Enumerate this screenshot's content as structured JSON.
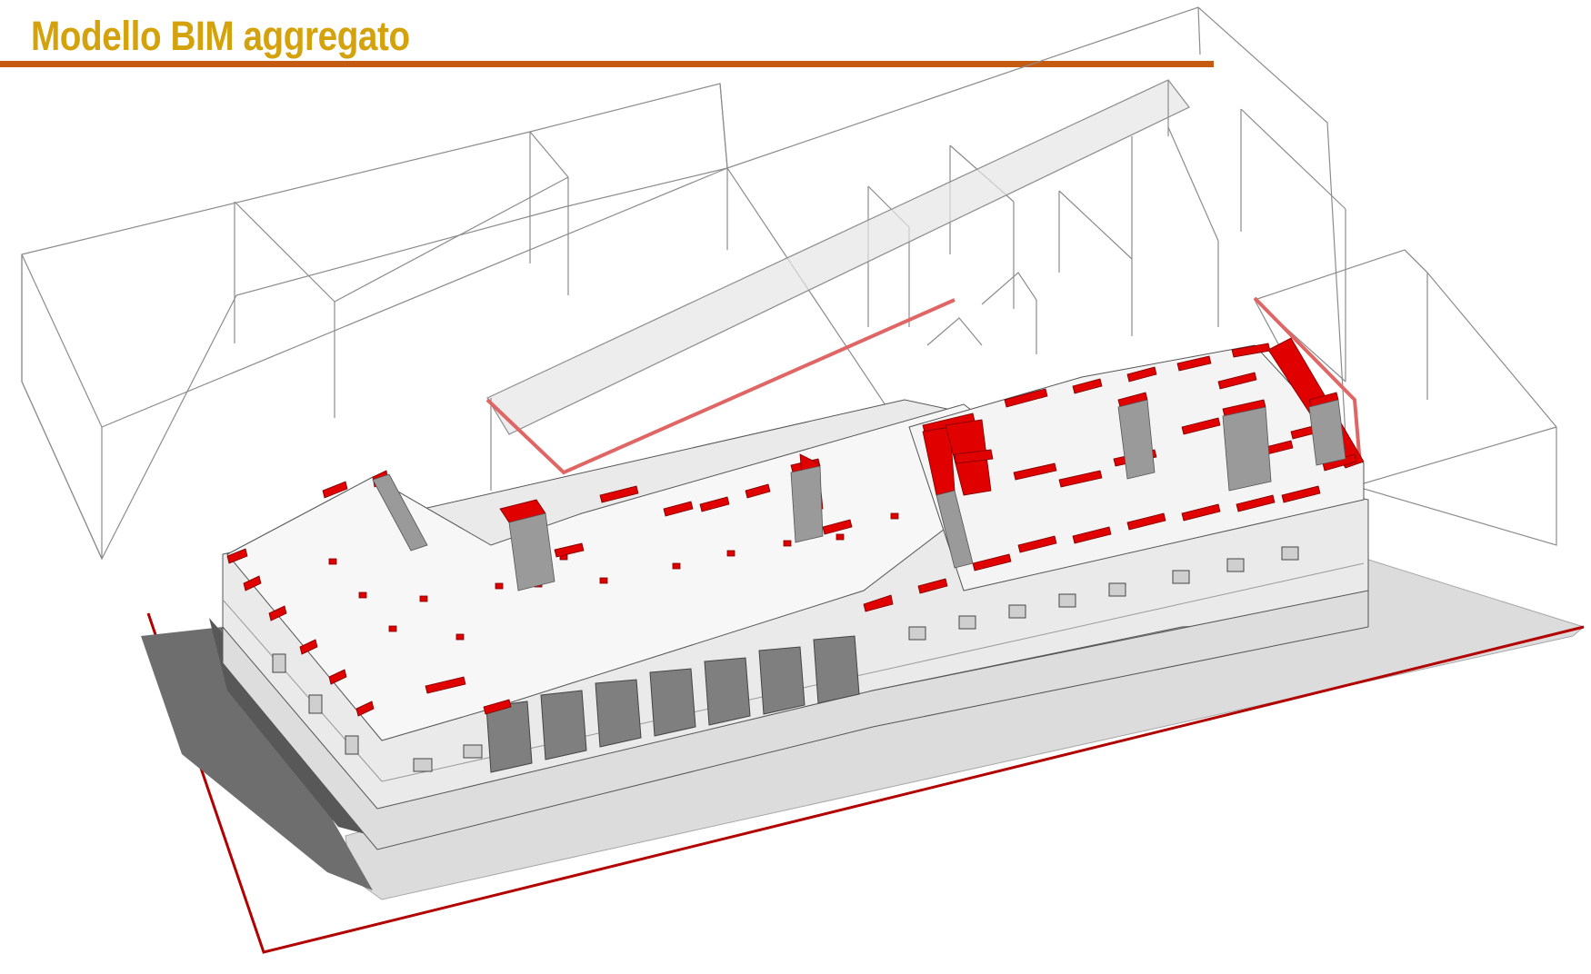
{
  "title": "Modello BIM aggregato",
  "colors": {
    "title": "#d4a20c",
    "rule": "#c55a11",
    "cut_section": "#e00000",
    "site_outline": "#b30000",
    "building_fill": "#f2f2f2",
    "shadow": "#6e6e6e",
    "context_lines": "#8c8c8c"
  },
  "view": {
    "type": "isometric 3D BIM model",
    "context_buildings": "transparent wireframe volumes",
    "section_cut": "red filled wall cuts"
  }
}
